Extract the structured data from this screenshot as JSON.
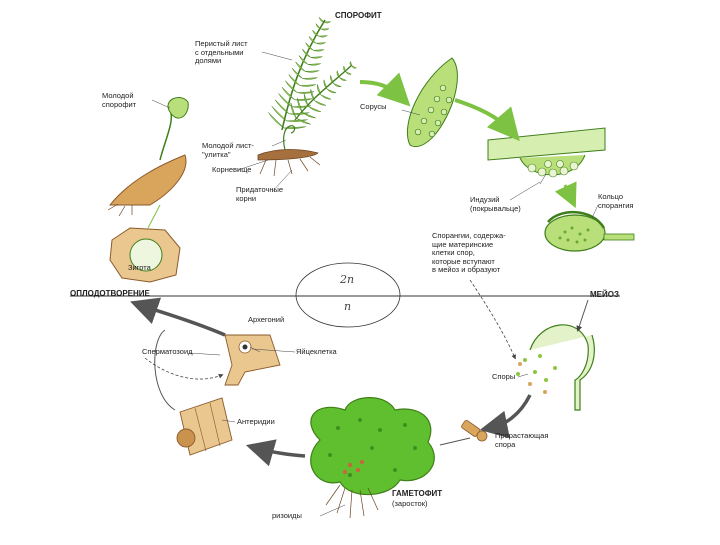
{
  "labels": {
    "sporophyte": "СПОРОФИТ",
    "pinnate_leaf": "Перистый лист\nс отдельными\nдолями",
    "young_sporophyte": "Молодой\nспорофит",
    "sori": "Сорусы",
    "young_leaf": "Молодой лист-\n\"улитка\"",
    "rhizome": "Корневище",
    "adventitious_roots": "Придаточные\nкорни",
    "indusium": "Индузий\n(покрывальце)",
    "annulus": "Кольцо\nспорангия",
    "sporangia_note": "Спорангии, содержа-\nщие материнские\nклетки спор,\nкоторые вступают\nв мейоз и образуют",
    "zygote": "Зигота",
    "fertilization": "ОПЛОДОТВОРЕНИЕ",
    "meiosis": "МЕЙОЗ",
    "archegonium": "Архегоний",
    "spermatozoid": "Сперматозоид",
    "egg_cell": "Яйцеклетка",
    "spores": "Споры",
    "antheridia": "Антеридии",
    "germinating_spore": "Прорастающая\nспора",
    "gametophyte": "ГАМЕТОФИТ",
    "prothallus": "(заросток)",
    "rhizoids": "ризоиды"
  },
  "ploidy": {
    "diploid": "2n",
    "haploid": "n"
  },
  "colors": {
    "plant_green": "#8cc63f",
    "dark_green": "#3f7f1a",
    "gametophyte_green": "#5fbf2e",
    "tan": "#d9a45b",
    "brown": "#8b5a2b",
    "arrow_green": "#7dc242",
    "arrow_gray": "#555555",
    "line": "#333333"
  }
}
